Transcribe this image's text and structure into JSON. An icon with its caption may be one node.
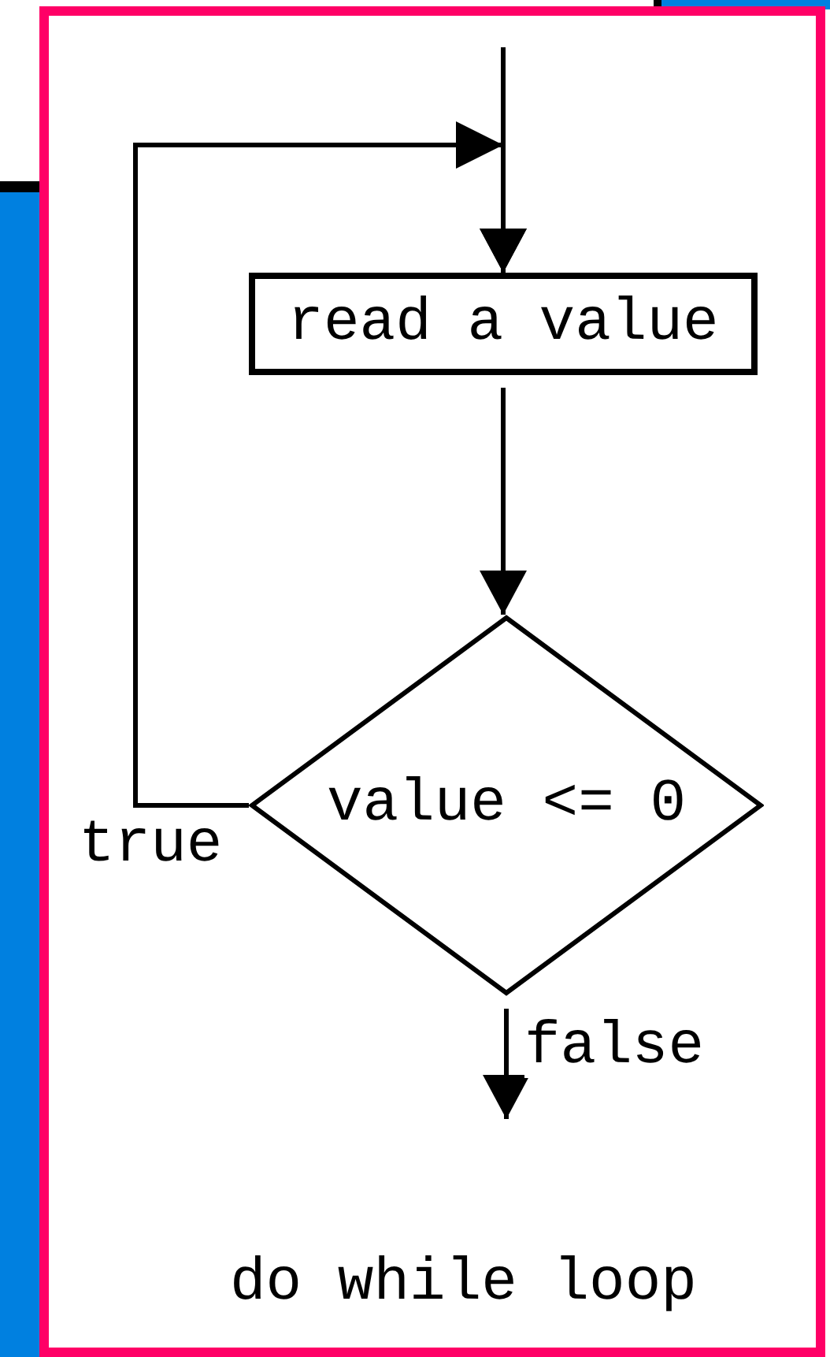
{
  "diagram": {
    "caption": "do while loop",
    "nodes": [
      {
        "text": [
          "read a value"
        ]
      },
      {
        "text": [
          "value <= 0"
        ]
      }
    ],
    "edges": [
      {
        "from": null,
        "to": 0,
        "arrow": "to"
      },
      {
        "from": 0,
        "to": 1,
        "arrow": "to"
      },
      {
        "from": 1,
        "to": 0,
        "arrow": "to",
        "label": "true"
      },
      {
        "from": 1,
        "to": null,
        "arrow": "to",
        "label": "false"
      }
    ]
  }
}
